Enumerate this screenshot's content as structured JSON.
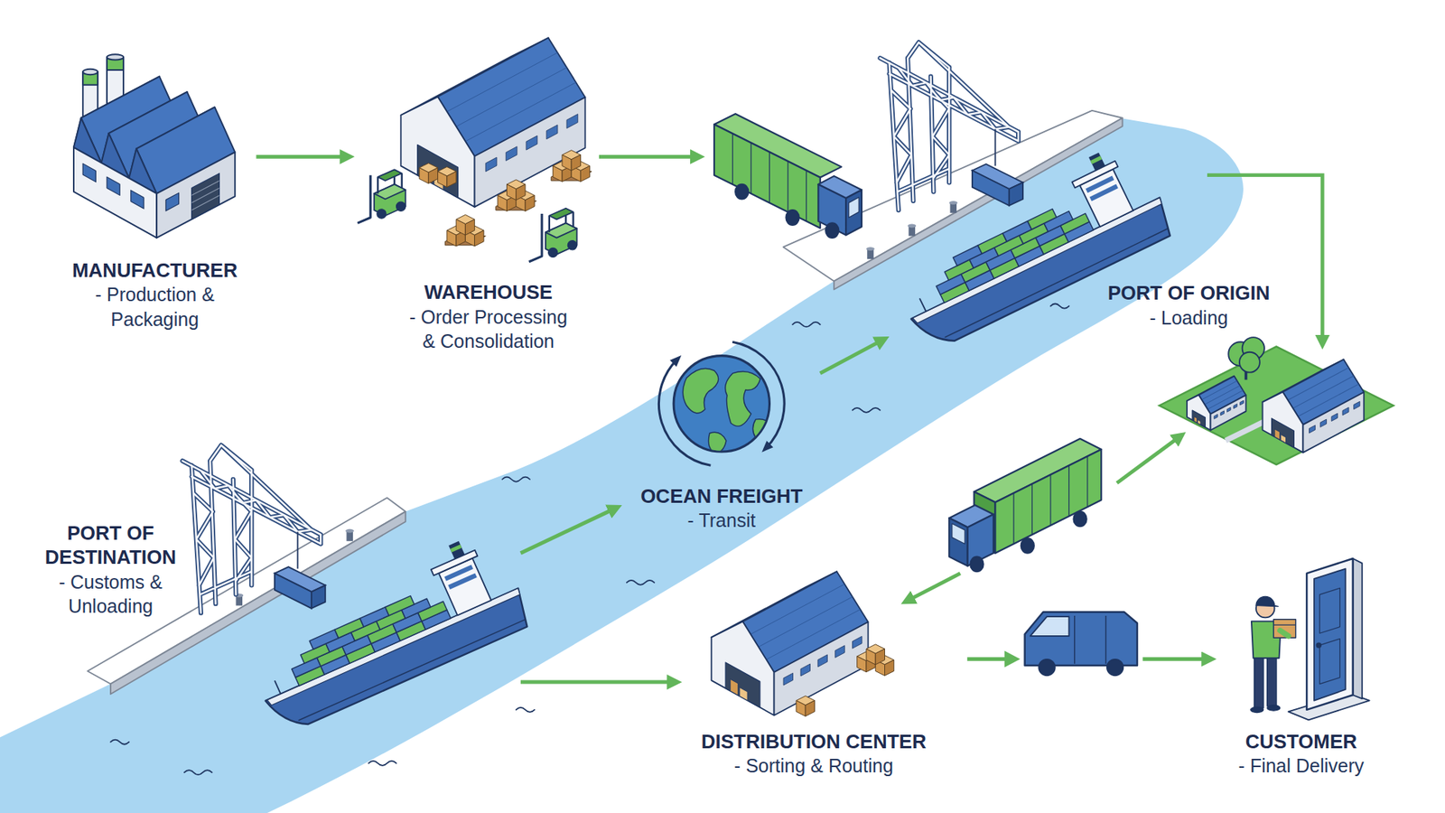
{
  "diagram": {
    "nodes": [
      {
        "text": [
          "MANUFACTURER",
          "- Production & Packaging"
        ]
      },
      {
        "text": [
          "WAREHOUSE",
          "- Order Processing & Consolidation"
        ]
      },
      {
        "text": [
          "PORT OF ORIGIN",
          "- Loading"
        ]
      },
      {
        "text": [
          "OCEAN FREIGHT",
          "- Transit"
        ]
      },
      {
        "text": [
          "PORT OF DESTINATION",
          "- Customs & Unloading"
        ]
      },
      {
        "text": [
          "DISTRIBUTION CENTER",
          "- Sorting & Routing"
        ]
      },
      {
        "text": [
          "CUSTOMER",
          "- Final Delivery"
        ]
      }
    ],
    "edges": [
      {
        "from": 0,
        "to": 1,
        "arrow": "to"
      },
      {
        "from": 1,
        "to": 2,
        "arrow": "to"
      },
      {
        "from": 3,
        "to": 2,
        "arrow": "to"
      },
      {
        "from": 4,
        "to": 3,
        "arrow": "to"
      },
      {
        "from": 4,
        "to": 5,
        "arrow": "to"
      },
      {
        "from": 5,
        "to": 6,
        "arrow": "to"
      }
    ]
  }
}
